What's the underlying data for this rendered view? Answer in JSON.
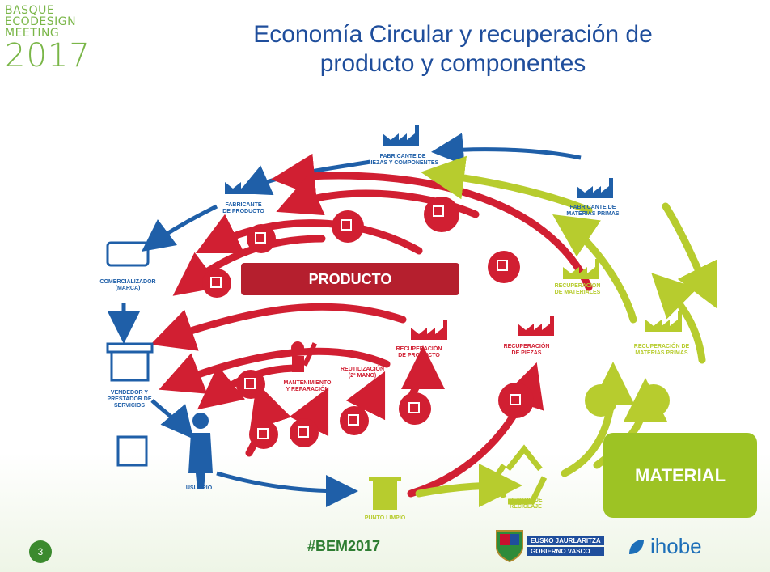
{
  "logo": {
    "line1": "BASQUE",
    "line2": "ECODESIGN",
    "line3": "MEETING",
    "line4": "2017"
  },
  "slide": {
    "title_line1": "Economía Circular y recuperación de",
    "title_line2": "producto y componentes",
    "page_number": "3",
    "hashtag": "#BEM2017"
  },
  "diagram": {
    "banner_producto": "PRODUCTO",
    "banner_material": "MATERIAL",
    "nodes": {
      "fabricante_piezas": "FABRICANTE DE|PIEZAS Y COMPONENTES",
      "fabricante_producto": "FABRICANTE|DE PRODUCTO",
      "fabricante_materias": "FABRICANTE DE|MATERIAS PRIMAS",
      "comercializador": "COMERCIALIZADOR|(MARCA)",
      "vendedor": "VENDEDOR Y|PRESTADOR DE|SERVICIOS",
      "usuario": "USUARIO",
      "punto_limpio": "PUNTO LIMPIO",
      "centro_reciclaje": "CENTRO DE|RECICLAJE",
      "mantenimiento": "MANTENIMIENTO|Y REPARACIÓN",
      "reutilizacion": "REUTILIZACIÓN|(2ª MANO)",
      "recuperacion_producto": "RECUPERACIÓN|DE PRODUCTO",
      "recuperacion_piezas": "RECUPERACIÓN|DE PIEZAS",
      "recuperacion_materiales": "RECUPERACIÓN|DE MATERIALES",
      "recuperacion_materias": "RECUPERACIÓN DE|MATERIAS PRIMAS"
    },
    "colors": {
      "blue": "#1f5fa8",
      "red": "#d11f32",
      "green": "#b7cc2e",
      "dark_red": "#b51f2e"
    }
  },
  "footer": {
    "gov_line1": "EUSKO JAURLARITZA",
    "gov_line2": "GOBIERNO VASCO",
    "ihobe": "ihobe"
  }
}
